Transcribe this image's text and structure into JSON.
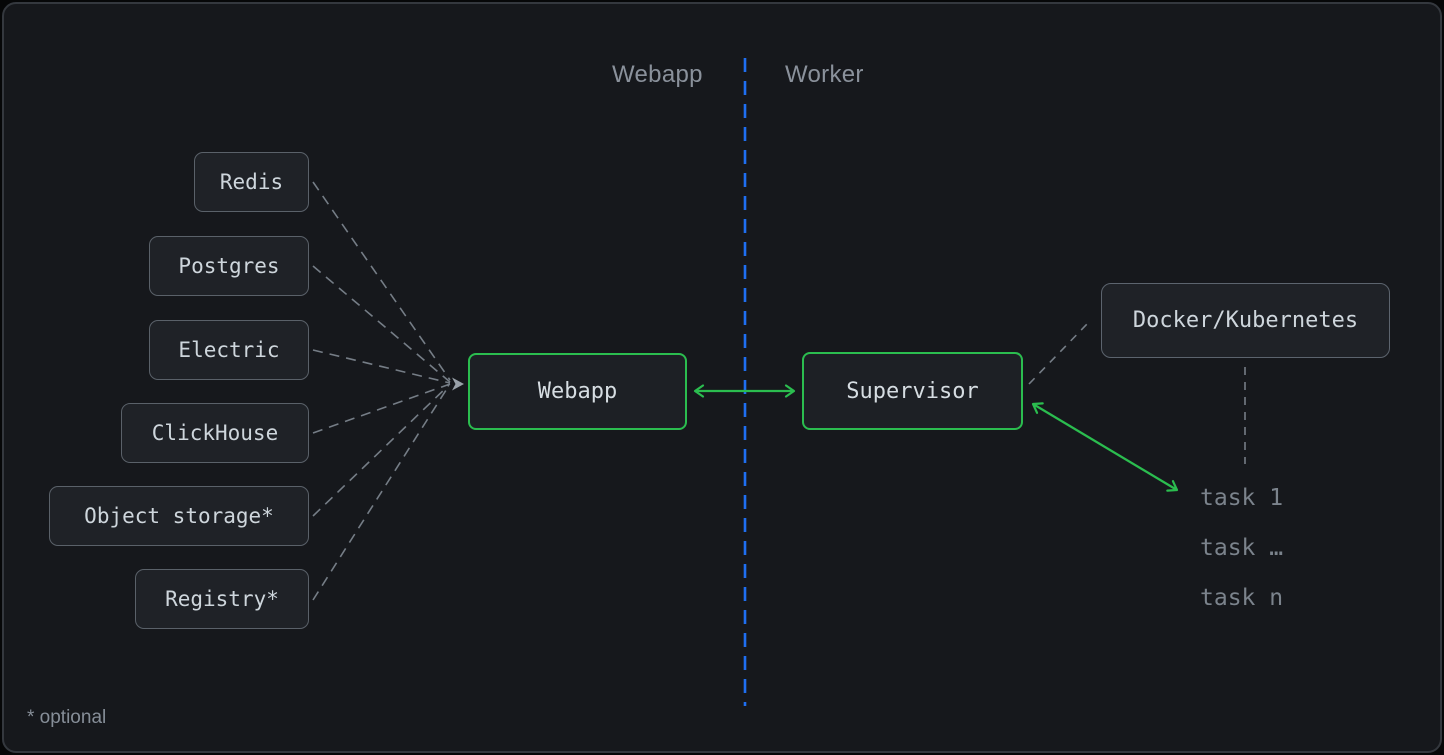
{
  "diagram": {
    "zone_labels": {
      "left": "Webapp",
      "right": "Worker"
    },
    "services": [
      {
        "label": "Redis"
      },
      {
        "label": "Postgres"
      },
      {
        "label": "Electric"
      },
      {
        "label": "ClickHouse"
      },
      {
        "label": "Object storage*"
      },
      {
        "label": "Registry*"
      }
    ],
    "nodes": {
      "webapp": "Webapp",
      "supervisor": "Supervisor",
      "runtime": "Docker/Kubernetes"
    },
    "tasks": [
      {
        "label": "task 1"
      },
      {
        "label": "task …"
      },
      {
        "label": "task n"
      }
    ],
    "footnote": "* optional",
    "colors": {
      "accent_green": "#2bbd4f",
      "accent_blue": "#1f6ff2",
      "connector_gray": "#757d86",
      "panel_bg": "#16181c",
      "box_bg": "#1f2227",
      "box_border": "#5a6169",
      "text_light": "#ced6dc",
      "text_muted": "#8a919b"
    }
  }
}
